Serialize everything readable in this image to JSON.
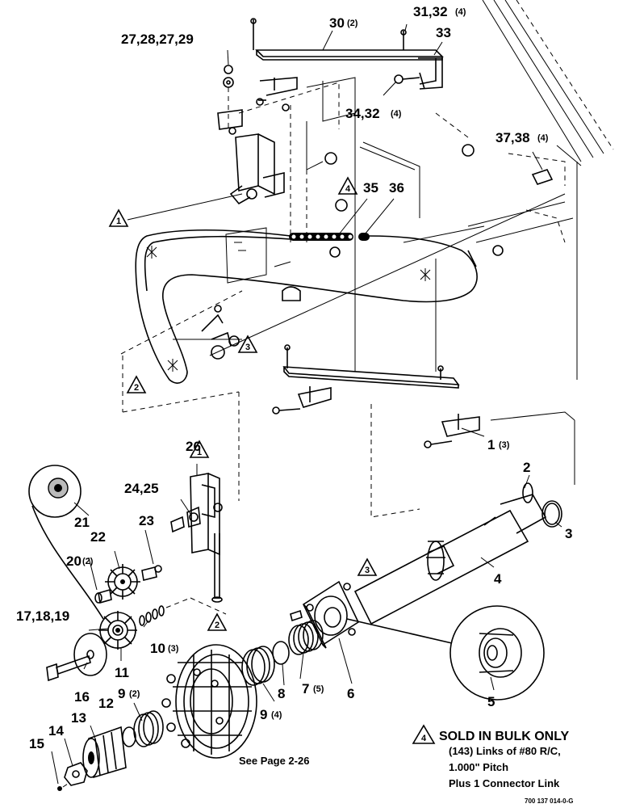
{
  "callouts": {
    "c30": "30",
    "c30q": "(2)",
    "c3132": "31,32",
    "c3132q": "(4)",
    "c33": "33",
    "c27": "27,28,27,29",
    "c3432": "34,32",
    "c3432q": "(4)",
    "c3738": "37,38",
    "c3738q": "(4)",
    "c35": "35",
    "c36": "36",
    "c1": "1",
    "c1q": "(3)",
    "c26": "26",
    "c2425": "24,25",
    "c2": "2",
    "c3": "3",
    "c21": "21",
    "c23": "23",
    "c22": "22",
    "c20": "20",
    "c20q": "(2)",
    "c4": "4",
    "c171819": "17,18,19",
    "c10": "10",
    "c10q": "(3)",
    "c11": "11",
    "c16": "16",
    "c8": "8",
    "c7": "7",
    "c7q": "(5)",
    "c6": "6",
    "c12": "12",
    "c9a": "9",
    "c9aq": "(2)",
    "c9b": "9",
    "c9bq": "(4)",
    "c5": "5",
    "c13": "13",
    "c14": "14",
    "c15": "15"
  },
  "triangles": {
    "t1a": "1",
    "t1b": "1",
    "t2a": "2",
    "t2b": "2",
    "t3a": "3",
    "t3b": "3",
    "t4a": "4",
    "t4b": "4"
  },
  "see_page": "See Page 2-26",
  "note": {
    "title": "SOLD IN BULK ONLY",
    "line1": "(143) Links of #80 R/C,",
    "line2": "1.000\" Pitch",
    "line3": "Plus 1 Connector Link"
  },
  "footer_code": "700 137 014-0-G"
}
